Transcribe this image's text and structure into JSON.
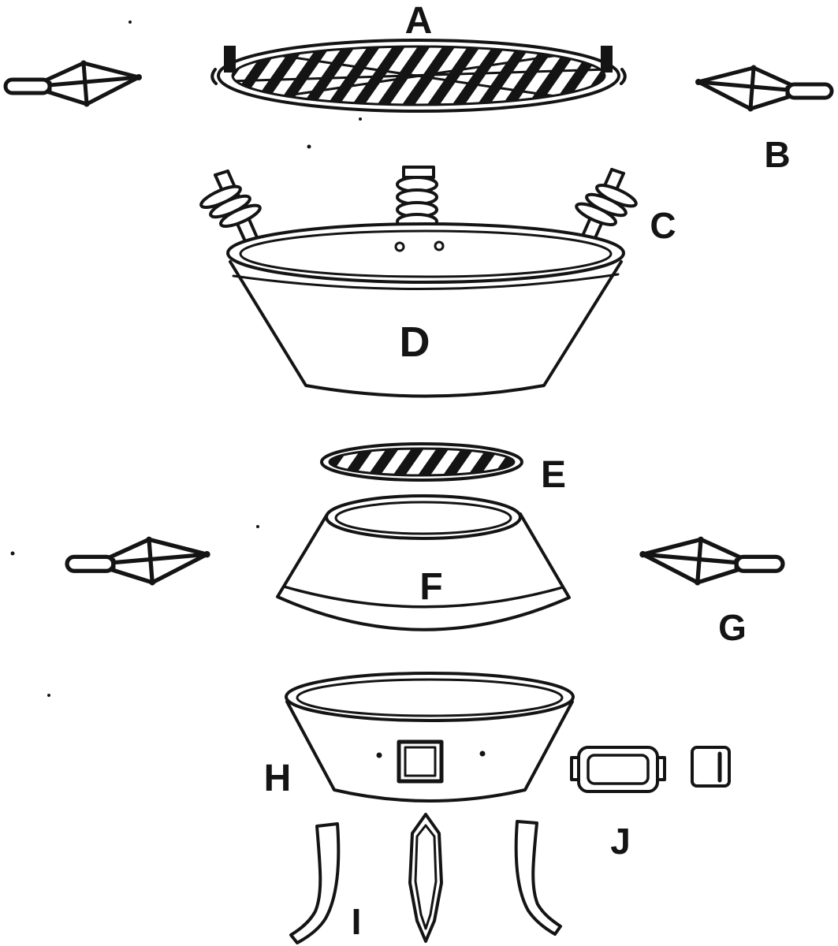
{
  "figure": {
    "labels": {
      "a": "A",
      "b": "B",
      "c": "C",
      "d": "D",
      "e": "E",
      "f": "F",
      "g": "G",
      "h": "H",
      "i": "I",
      "j": "J"
    },
    "colors": {
      "ink": "#141414",
      "paper": "#ffffff"
    }
  }
}
